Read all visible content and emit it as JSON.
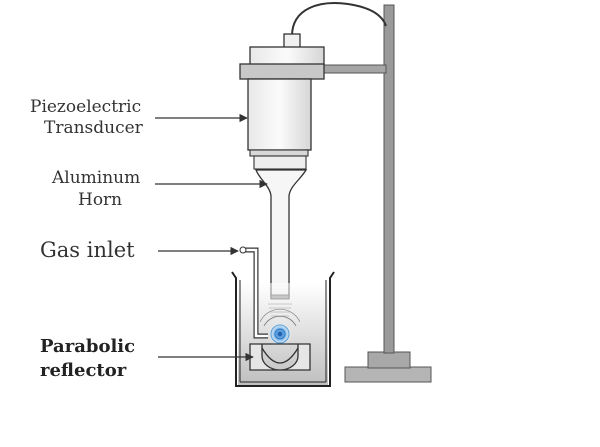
{
  "labels": {
    "transducer_line1": "Piezoelectric",
    "transducer_line2": "Transducer",
    "horn_line1": "Aluminum",
    "horn_line2": "Horn",
    "gas_inlet": "Gas inlet",
    "reflector_line1": "Parabolic",
    "reflector_line2": "reflector"
  },
  "colors": {
    "line": "#444444",
    "metal_light": "#f2f2f2",
    "metal_mid": "#cfcfcf",
    "stand": "#9a9a9a",
    "bubble": "#5aa0d8"
  }
}
